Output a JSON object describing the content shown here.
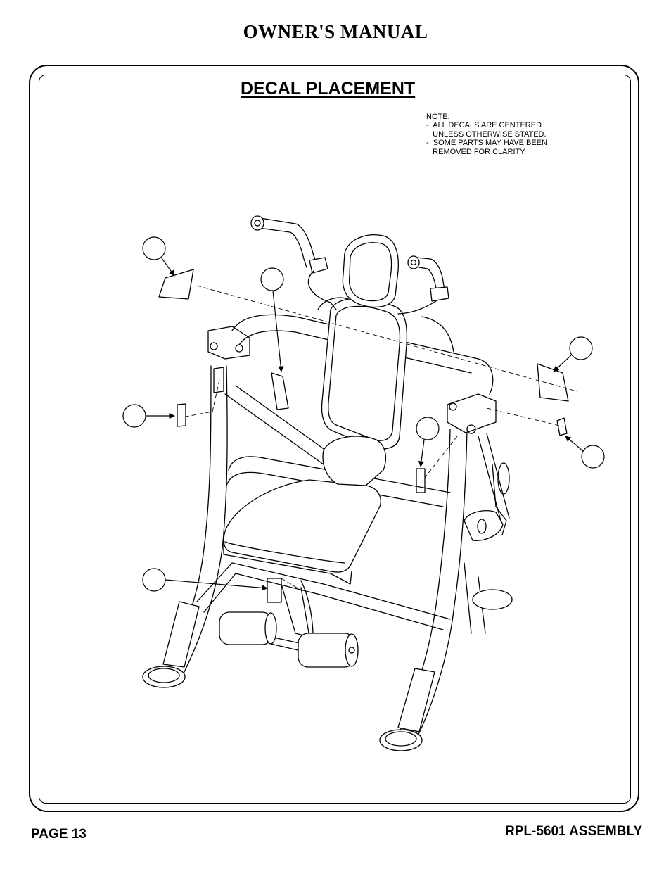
{
  "header": {
    "title": "OWNER'S MANUAL"
  },
  "section": {
    "title": "DECAL PLACEMENT"
  },
  "note": {
    "lines": [
      "NOTE:",
      "-  ALL DECALS ARE CENTERED",
      "   UNLESS OTHERWISE STATED.",
      "-  SOME PARTS MAY HAVE BEEN",
      "   REMOVED FOR CLARITY."
    ]
  },
  "footer": {
    "page": "PAGE 13",
    "model": "RPL-5601 ASSEMBLY"
  },
  "illustration": {
    "callout_count": 7
  }
}
